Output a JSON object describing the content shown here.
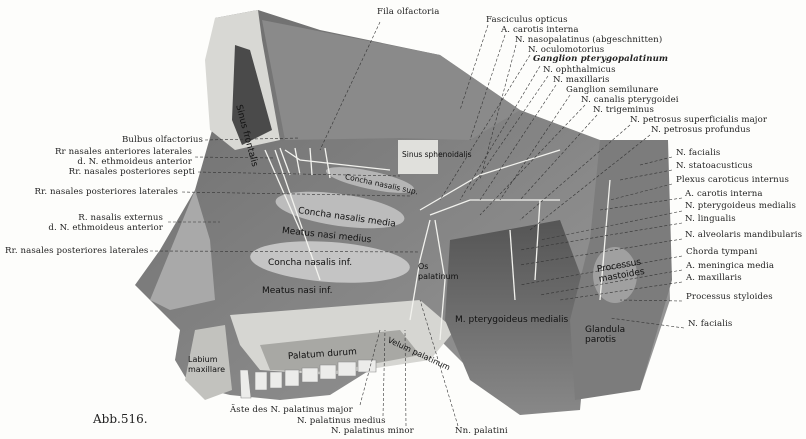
{
  "figure_number": "Abb.516.",
  "labels_left": [
    "Bulbus olfactorius",
    "Rr nasales anteriores laterales",
    "d. N. ethmoideus anterior",
    "Rr. nasales posteriores septi",
    "Rr. nasales posteriores laterales",
    "R. nasalis externus",
    "d. N. ethmoideus anterior",
    "Rr. nasales posteriores laterales"
  ],
  "label_top": "Fila olfactoria",
  "labels_top_right": [
    "Fasciculus opticus",
    "A. carotis interna",
    "N. nasopalatinus (abgeschnitten)",
    "N. oculomotorius",
    "Ganglion pterygopalatinum",
    "N. ophthalmicus",
    "N. maxillaris",
    "Ganglion semilunare",
    "N. canalis pterygoidei",
    "N. trigeminus",
    "N. petrosus superficialis major",
    "N. petrosus profundus"
  ],
  "labels_right": [
    "N. facialis",
    "N. statoacusticus",
    "Plexus caroticus internus",
    "A. carotis interna",
    "N. pterygoideus medialis",
    "N. lingualis",
    "N. alveolaris mandibularis",
    "Chorda tympani",
    "A. meningica media",
    "A. maxillaris",
    "Processus styloides",
    "N. facialis"
  ],
  "labels_bottom": [
    "Äste des N. palatinus major",
    "N. palatinus medius",
    "N. palatinus minor",
    "Nn. palatini"
  ],
  "inner_labels": {
    "sinus_frontalis": "Sinus frontalis",
    "sinus_sphenoidalis": "Sinus sphenoidalis",
    "concha_sup": "Concha nasalis sup.",
    "concha_media": "Concha nasalis media",
    "meatus_medius": "Meatus nasi medius",
    "concha_inf": "Concha nasalis inf.",
    "meatus_inf": "Meatus nasi inf.",
    "os_palatinum": "Os palatinum",
    "labium": "Labium maxillare",
    "palatum_durum": "Palatum durum",
    "velum": "Velum palatinum",
    "pterygoideus": "M. pterygoideus medialis",
    "mastoides": "Processus mastoides",
    "parotis": "Glandula parotis"
  }
}
